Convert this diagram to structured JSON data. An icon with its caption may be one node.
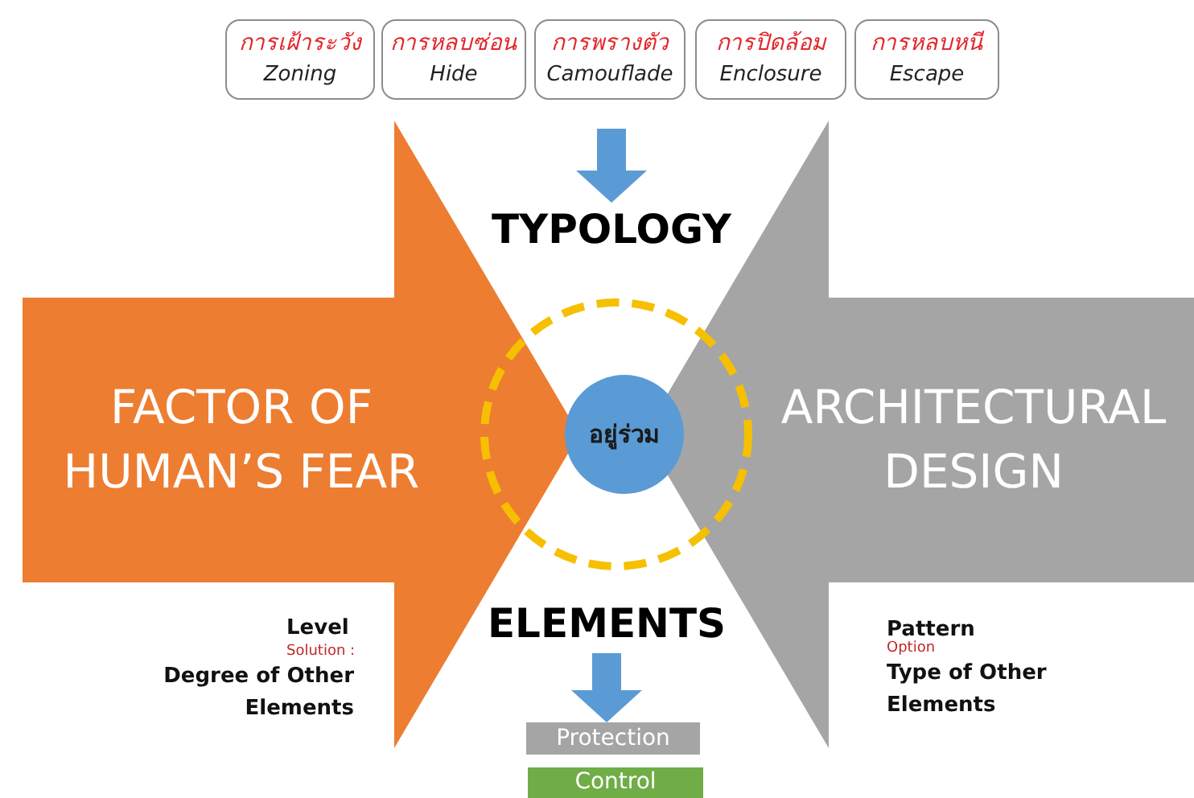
{
  "diagram": {
    "nodes": [
      {
        "text": [
          "การเฝ้าระวัง",
          "Zoning"
        ]
      },
      {
        "text": [
          "การหลบซ่อน",
          "Hide"
        ]
      },
      {
        "text": [
          "การพรางตัว",
          "Camouflade"
        ]
      },
      {
        "text": [
          "การปิดล้อม",
          "Enclosure"
        ]
      },
      {
        "text": [
          "การหลบหนี",
          "Escape"
        ]
      },
      {
        "text": [
          "TYPOLOGY"
        ]
      },
      {
        "text": [
          "FACTOR OF HUMAN’S FEAR"
        ]
      },
      {
        "text": [
          "ARCHITECTURAL DESIGN"
        ]
      },
      {
        "text": [
          "อยู่ร่วม"
        ]
      },
      {
        "text": [
          "ELEMENTS"
        ]
      },
      {
        "text": [
          "Protection"
        ]
      },
      {
        "text": [
          "Control"
        ]
      }
    ],
    "edges": [
      {
        "from": null,
        "to": 5,
        "arrow": "to"
      },
      {
        "from": 9,
        "to": 10,
        "arrow": "to"
      }
    ],
    "labels": [
      "Level",
      "Solution :",
      "Degree of Other Elements",
      "Pattern",
      "Option",
      "Type of Other Elements"
    ]
  }
}
